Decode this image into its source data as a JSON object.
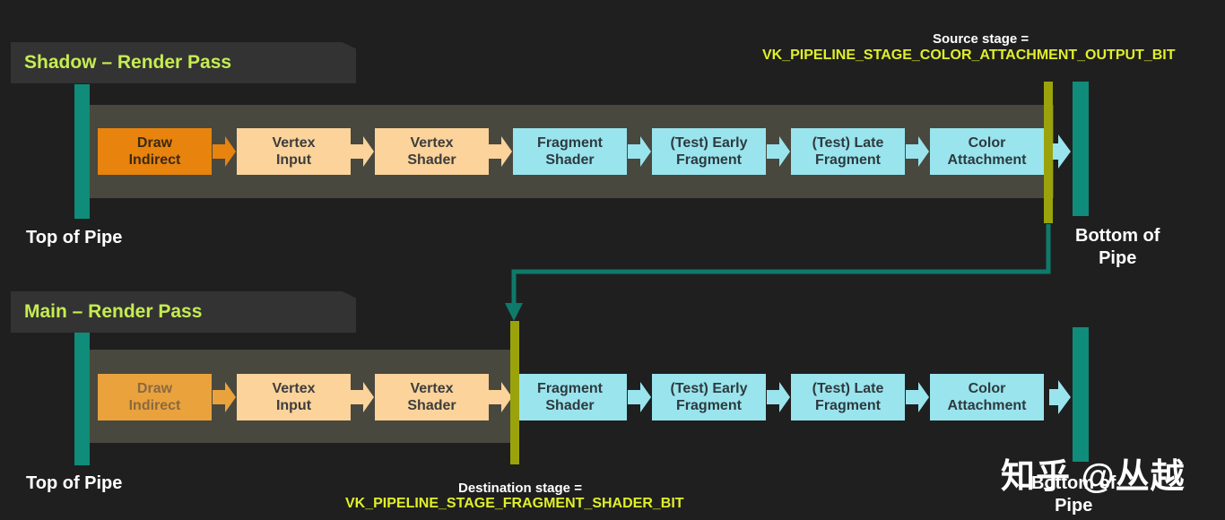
{
  "shadow_pass": {
    "title": "Shadow – Render Pass",
    "stages": [
      {
        "label": "Draw\nIndirect",
        "color": "#e8830e"
      },
      {
        "label": "Vertex\nInput",
        "color": "#fbd39b"
      },
      {
        "label": "Vertex\nShader",
        "color": "#fbd39b"
      },
      {
        "label": "Fragment\nShader",
        "color": "#9ae4ee"
      },
      {
        "label": "(Test) Early\nFragment",
        "color": "#9ae4ee"
      },
      {
        "label": "(Test) Late\nFragment",
        "color": "#9ae4ee"
      },
      {
        "label": "Color\nAttachment",
        "color": "#9ae4ee"
      }
    ],
    "top_label": "Top of Pipe",
    "bottom_label": "Bottom of\nPipe"
  },
  "main_pass": {
    "title": "Main – Render Pass",
    "stages": [
      {
        "label": "Draw\nIndirect",
        "color": "#eaa23d"
      },
      {
        "label": "Vertex\nInput",
        "color": "#fbd39b"
      },
      {
        "label": "Vertex\nShader",
        "color": "#fbd39b"
      },
      {
        "label": "Fragment\nShader",
        "color": "#9ae4ee"
      },
      {
        "label": "(Test) Early\nFragment",
        "color": "#9ae4ee"
      },
      {
        "label": "(Test) Late\nFragment",
        "color": "#9ae4ee"
      },
      {
        "label": "Color\nAttachment",
        "color": "#9ae4ee"
      }
    ],
    "top_label": "Top of Pipe",
    "bottom_label": "Bottom of\nPipe"
  },
  "source_stage": {
    "caption": "Source stage =",
    "value": "VK_PIPELINE_STAGE_COLOR_ATTACHMENT_OUTPUT_BIT"
  },
  "destination_stage": {
    "caption": "Destination stage =",
    "value": "VK_PIPELINE_STAGE_FRAGMENT_SHADER_BIT"
  },
  "watermark": "知乎 @丛越",
  "colors": {
    "background": "#1f1f1f",
    "title_green": "#c6ec52",
    "pipe_teal": "#0f8c7a",
    "barrier_olive": "#9aa30b",
    "highlight_yellow": "#e0ef2a",
    "band": "#48483e"
  }
}
